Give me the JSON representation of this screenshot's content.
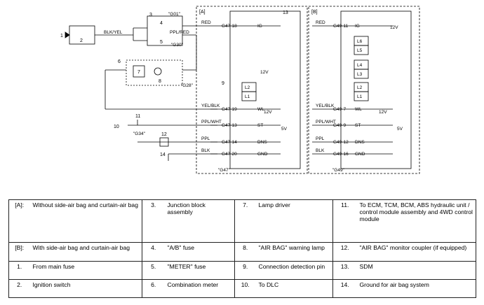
{
  "diagram": {
    "nodes": [
      "1",
      "2",
      "3",
      "4",
      "5",
      "6",
      "7",
      "8",
      "9",
      "10",
      "11",
      "12",
      "13",
      "14"
    ],
    "sections": [
      "[A]",
      "[B]"
    ],
    "refs": [
      "\"G01\"",
      "\"G30\"",
      "\"G28\"",
      "\"G34\"",
      "\"G47\"",
      "\"G49\""
    ],
    "wires": [
      "RED",
      "BLK/YEL",
      "PPL/RED",
      "YEL/BLK",
      "PPL/WHT",
      "PPL",
      "BLK"
    ],
    "voltage": "12V",
    "voltage_low": "5V",
    "panel_a": {
      "wire_labels": [
        "RED",
        "YEL/BLK",
        "PPL/WHT",
        "PPL",
        "BLK"
      ],
      "pins": [
        "G47-18",
        "G47-19",
        "G47-13",
        "G47-14",
        "G47-20"
      ],
      "signals": [
        "IG",
        "WL",
        "ST",
        "DNS",
        "GND"
      ],
      "loops": [
        "L2",
        "L1"
      ]
    },
    "panel_b": {
      "wire_labels": [
        "RED",
        "YEL/BLK",
        "PPL/WHT",
        "PPL",
        "BLK"
      ],
      "pins": [
        "G49-11",
        "G49-7",
        "G49-9",
        "G49-12",
        "G49-16"
      ],
      "signals": [
        "IG",
        "WL",
        "ST",
        "DNS",
        "GND"
      ],
      "loops": [
        "L6",
        "L5",
        "L4",
        "L3",
        "L2",
        "L1"
      ]
    }
  },
  "legend": {
    "rows": [
      [
        {
          "k": "[A]:",
          "v": "Without side-air bag and curtain-air bag"
        },
        {
          "k": "3.",
          "v": "Junction block assembly"
        },
        {
          "k": "7.",
          "v": "Lamp driver"
        },
        {
          "k": "11.",
          "v": "To ECM, TCM, BCM, ABS hydraulic unit / control module assembly and 4WD control module"
        }
      ],
      [
        {
          "k": "[B]:",
          "v": "With side-air bag and curtain-air bag"
        },
        {
          "k": "4.",
          "v": "\"A/B\" fuse"
        },
        {
          "k": "8.",
          "v": "\"AIR BAG\" warning lamp"
        },
        {
          "k": "12.",
          "v": "\"AIR BAG\" monitor coupler (if equipped)"
        }
      ],
      [
        {
          "k": "1.",
          "v": "From main fuse"
        },
        {
          "k": "5.",
          "v": "\"METER\" fuse"
        },
        {
          "k": "9.",
          "v": "Connection detection pin"
        },
        {
          "k": "13.",
          "v": "SDM"
        }
      ],
      [
        {
          "k": "2.",
          "v": "Ignition switch"
        },
        {
          "k": "6.",
          "v": "Combination meter"
        },
        {
          "k": "10.",
          "v": "To DLC"
        },
        {
          "k": "14.",
          "v": "Ground for air bag system"
        }
      ]
    ]
  }
}
